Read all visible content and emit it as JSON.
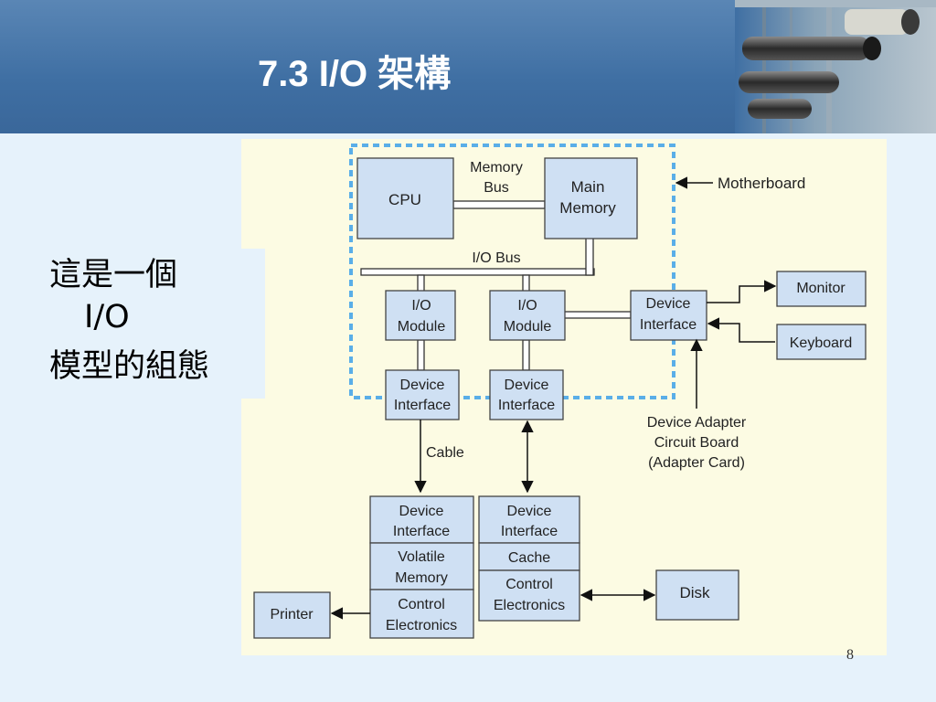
{
  "slide": {
    "title": "7.3 I/O 架構",
    "page_number": "8"
  },
  "caption": {
    "line1": "這是一個",
    "line2": "I/O",
    "line3": "模型的組態"
  },
  "diagram": {
    "cpu": "CPU",
    "memory_bus": [
      "Memory",
      "Bus"
    ],
    "main_memory": [
      "Main",
      "Memory"
    ],
    "motherboard": "Motherboard",
    "io_bus": "I/O Bus",
    "io_module_1": [
      "I/O",
      "Module"
    ],
    "io_module_2": [
      "I/O",
      "Module"
    ],
    "device_interface_mb": [
      "Device",
      "Interface"
    ],
    "monitor": "Monitor",
    "keyboard": "Keyboard",
    "device_interface_1": [
      "Device",
      "Interface"
    ],
    "device_interface_2": [
      "Device",
      "Interface"
    ],
    "adapter_label": [
      "Device Adapter",
      "Circuit Board",
      "(Adapter Card)"
    ],
    "cable": "Cable",
    "printer_device": {
      "interface": [
        "Device",
        "Interface"
      ],
      "volatile": [
        "Volatile",
        "Memory"
      ],
      "control": [
        "Control",
        "Electronics"
      ]
    },
    "disk_device": {
      "interface": [
        "Device",
        "Interface"
      ],
      "cache": "Cache",
      "control": [
        "Control",
        "Electronics"
      ]
    },
    "printer": "Printer",
    "disk": "Disk"
  },
  "colors": {
    "header": "#4472a6",
    "box_fill": "#cfe0f3",
    "motherboard_dash": "#5aaee8",
    "panel": "#fcfbe3"
  }
}
